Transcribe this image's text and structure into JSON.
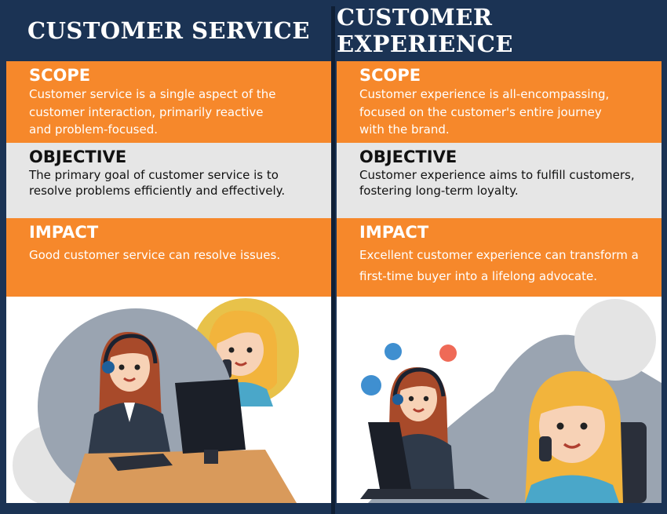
{
  "left": {
    "header": "CUSTOMER SERVICE",
    "scope": {
      "label": "SCOPE",
      "lines": [
        "Customer service is a single aspect of the",
        "customer interaction, primarily reactive",
        "and problem-focused."
      ]
    },
    "objective": {
      "label": "OBJECTIVE",
      "lines": [
        "The primary goal of customer service is to",
        "resolve problems efficiently and effectively."
      ]
    },
    "impact": {
      "label": "IMPACT",
      "lines": [
        "Good customer service can resolve issues."
      ]
    }
  },
  "right": {
    "header": "CUSTOMER EXPERIENCE",
    "scope": {
      "label": "SCOPE",
      "lines": [
        "Customer experience is all-encompassing,",
        "focused on the customer's entire journey",
        "with the brand."
      ]
    },
    "objective": {
      "label": "OBJECTIVE",
      "lines": [
        "Customer experience aims to fulfill customers,",
        "fostering long-term loyalty."
      ]
    },
    "impact": {
      "label": "IMPACT",
      "lines": [
        "Excellent customer experience can transform a",
        "first-time buyer into a lifelong advocate."
      ]
    }
  },
  "colors": {
    "navy": "#1b3354",
    "orange": "#f6882b",
    "gray_band": "#e6e6e6",
    "hair": "#c45a2a",
    "blonde": "#f2b43c",
    "skin": "#f7d2b6"
  },
  "icons": [
    "headset-icon",
    "phone-icon",
    "thumbs-up-icon",
    "smiley-icon",
    "computer-monitor-icon",
    "laptop-icon"
  ]
}
